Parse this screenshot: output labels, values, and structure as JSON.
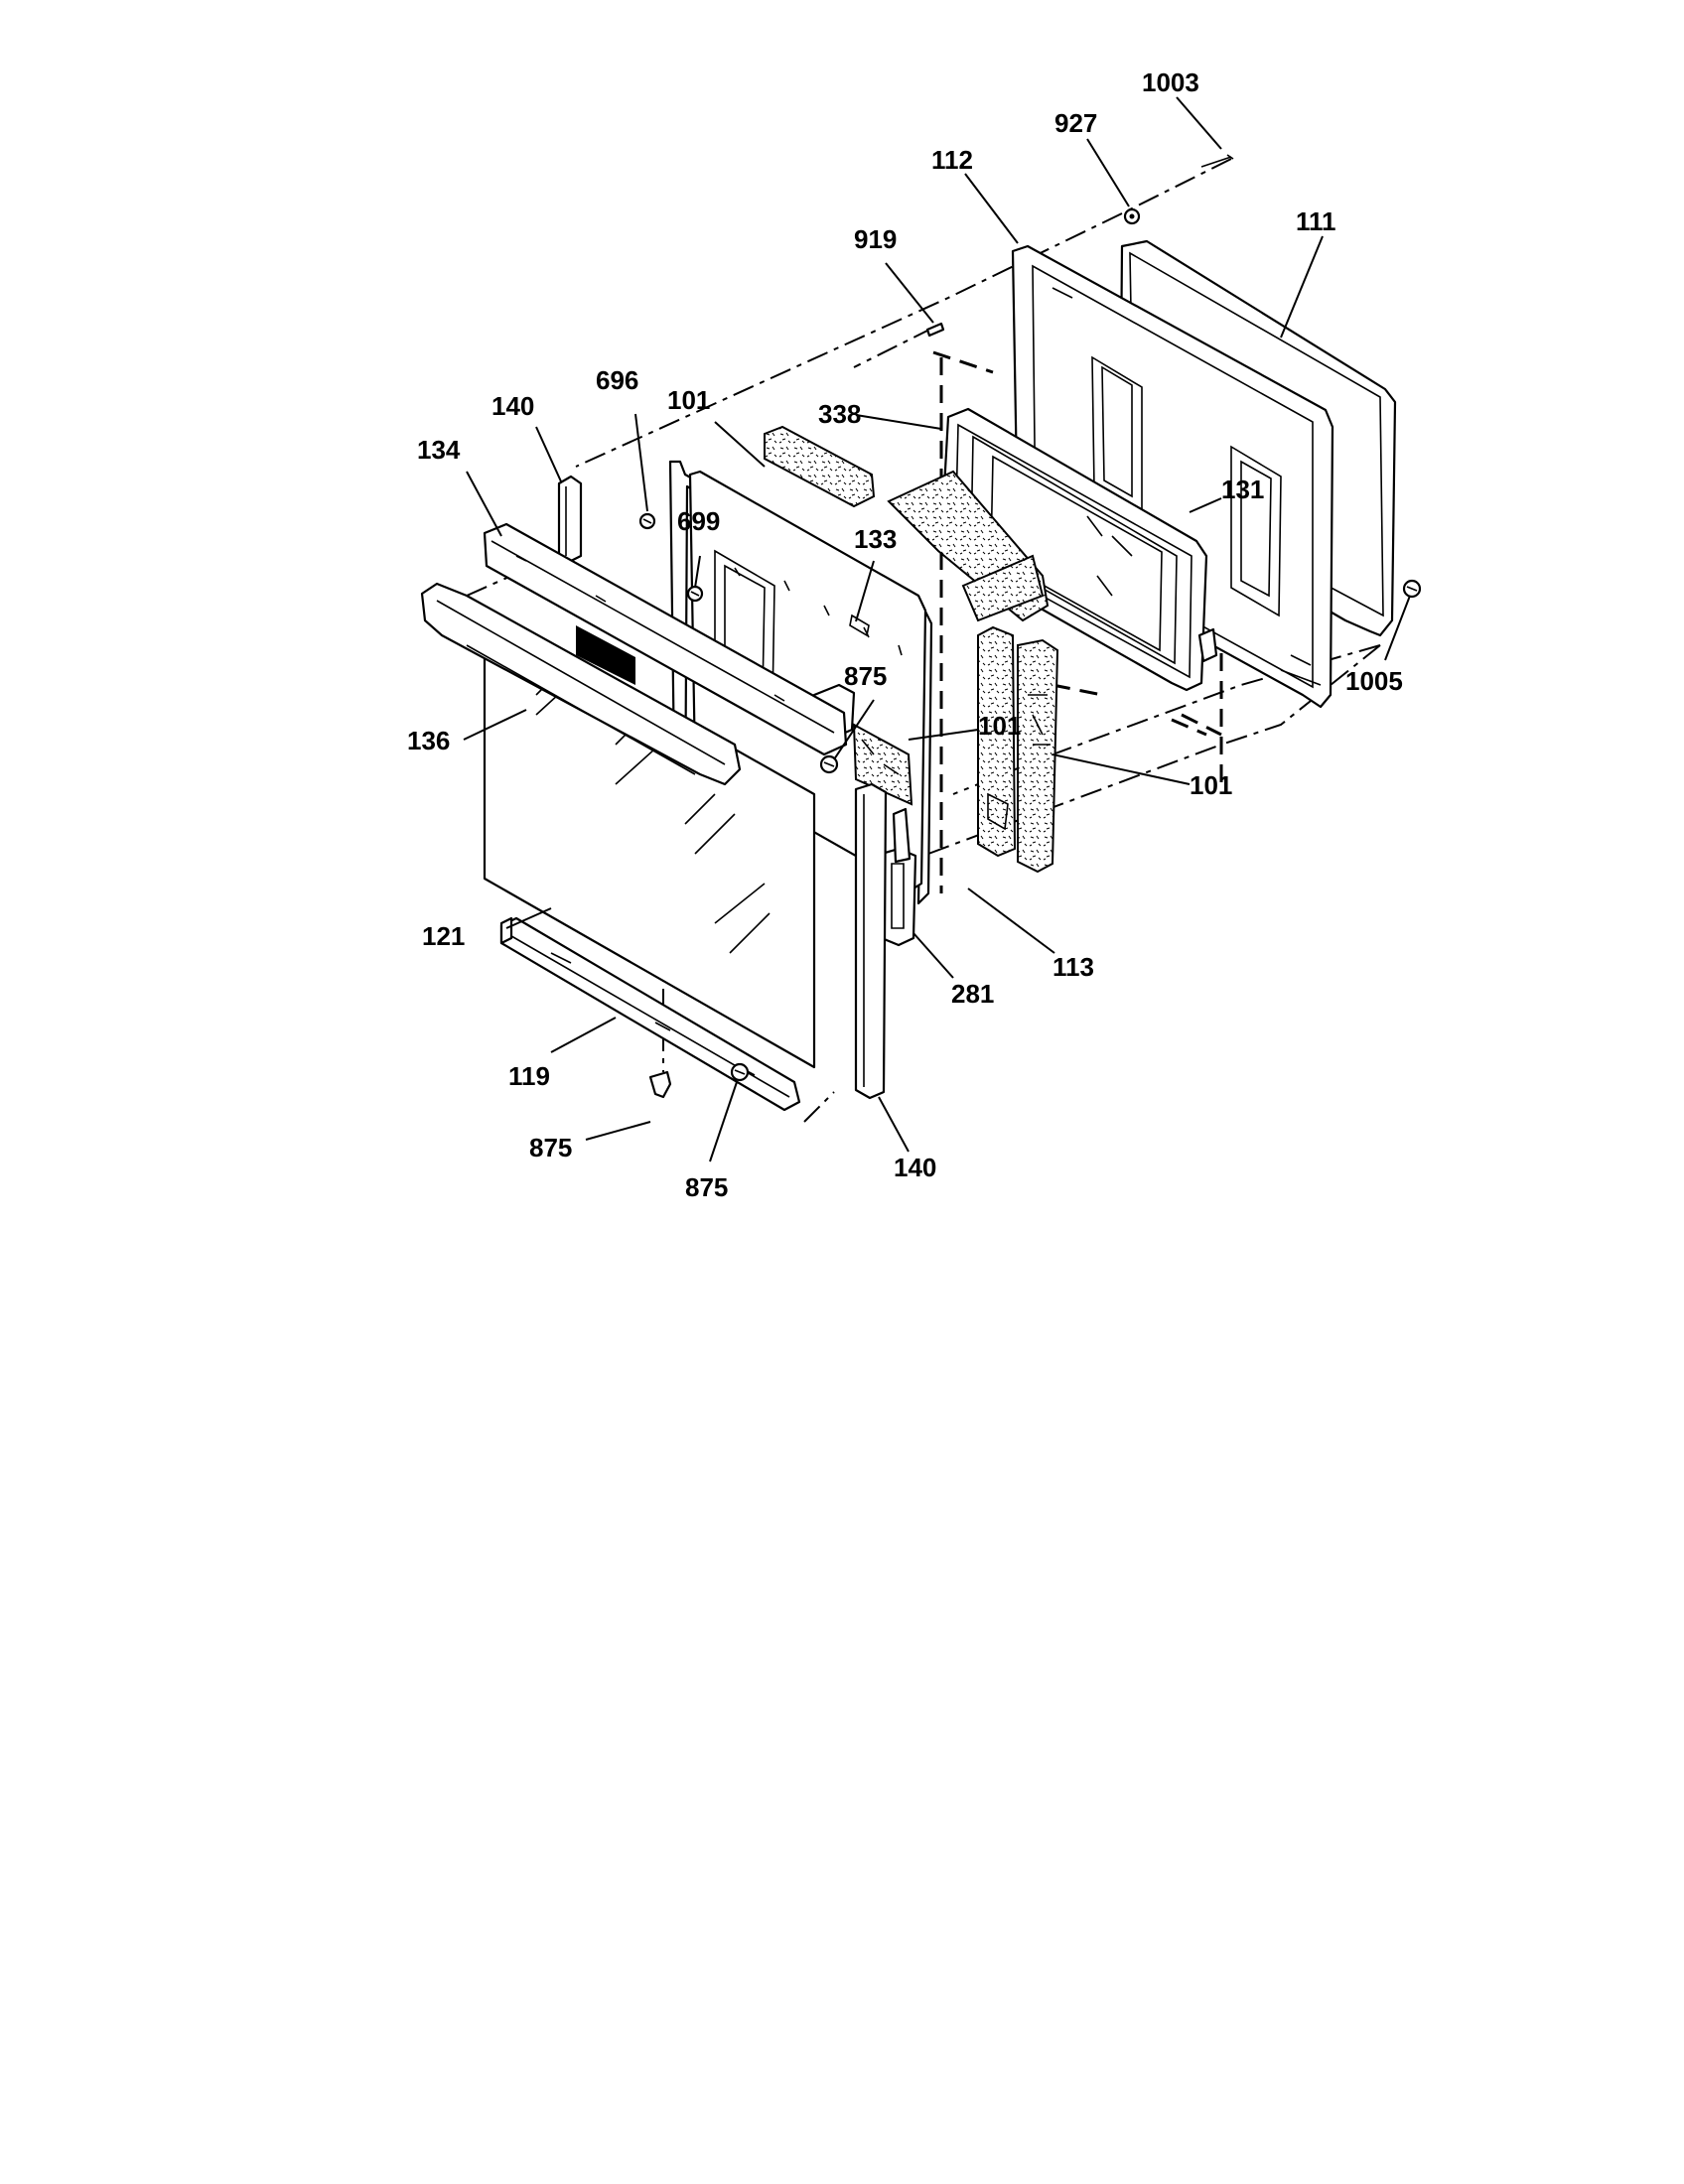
{
  "labels": {
    "l1003": "1003",
    "l927": "927",
    "l112": "112",
    "l111": "111",
    "l919": "919",
    "l696": "696",
    "l140_top": "140",
    "l101_top": "101",
    "l338": "338",
    "l134": "134",
    "l699": "699",
    "l133": "133",
    "l131": "131",
    "l875_mid": "875",
    "l101_mid": "101",
    "l1005": "1005",
    "l136": "136",
    "l101_right": "101",
    "l113": "113",
    "l281": "281",
    "l121": "121",
    "l119": "119",
    "l875_left": "875",
    "l875_bottom": "875",
    "l140_bottom": "140"
  }
}
